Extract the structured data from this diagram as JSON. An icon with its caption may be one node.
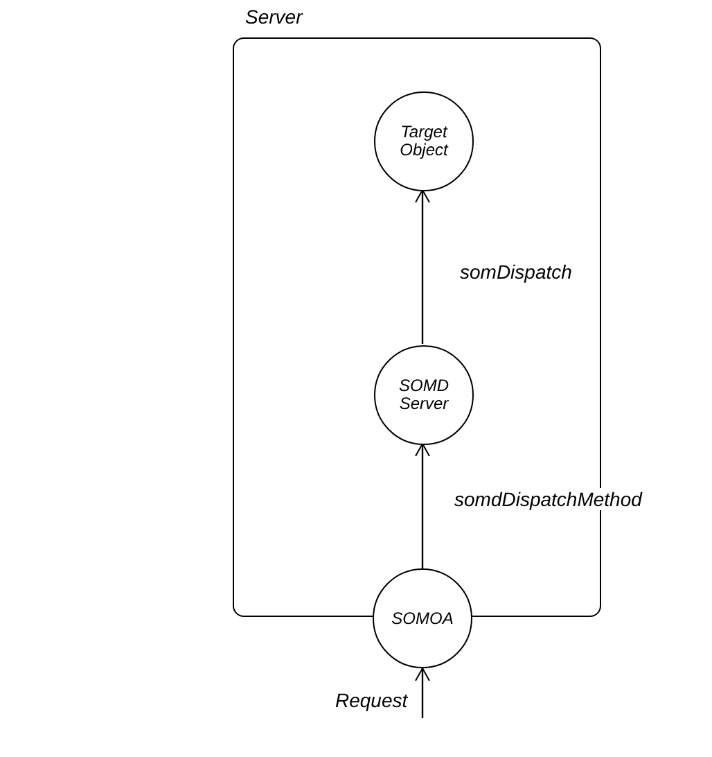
{
  "diagram": {
    "nodes": [
      {
        "text": [
          "Server"
        ]
      },
      {
        "text": [
          "Target Object"
        ],
        "in": 0
      },
      {
        "text": [
          "SOMD Server"
        ],
        "in": 0
      },
      {
        "text": [
          "SOMOA"
        ]
      }
    ],
    "edges": [
      {
        "from": 2,
        "to": 1,
        "arrow": "to",
        "label": "somDispatch"
      },
      {
        "from": 3,
        "to": 2,
        "arrow": "to",
        "label": "somdDispatchMethod"
      },
      {
        "from": null,
        "to": 3,
        "arrow": "to",
        "label": "Request"
      }
    ]
  }
}
